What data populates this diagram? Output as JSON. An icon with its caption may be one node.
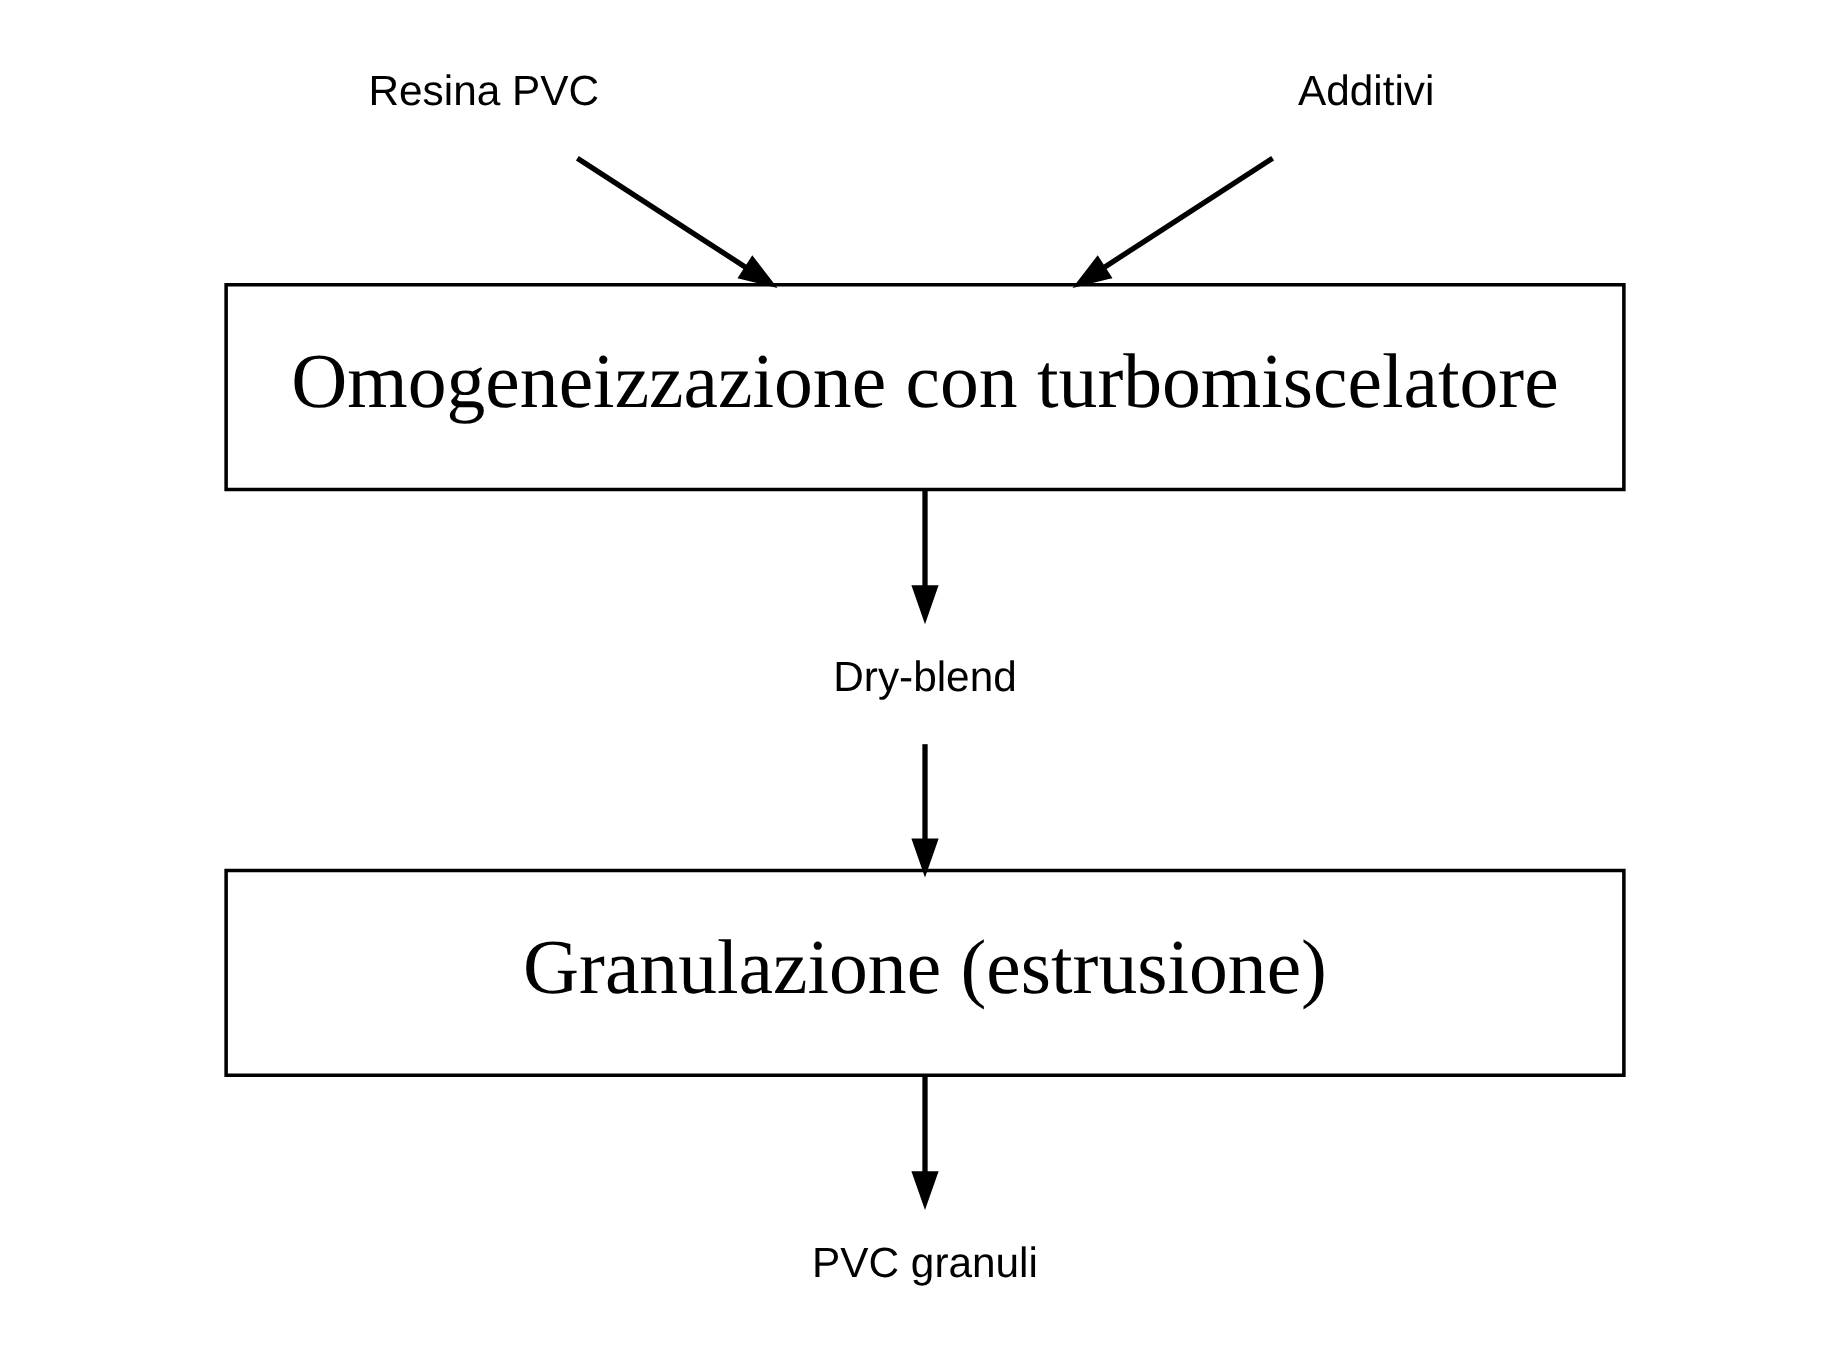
{
  "diagram": {
    "nodes": [
      {
        "text": [
          "Resina PVC"
        ]
      },
      {
        "text": [
          "Additivi"
        ]
      },
      {
        "text": [
          "Omogeneizzazione con turbomiscelatore"
        ]
      },
      {
        "text": [
          "Dry-blend"
        ]
      },
      {
        "text": [
          "Granulazione (estrusione)"
        ]
      },
      {
        "text": [
          "PVC granuli"
        ]
      }
    ],
    "edges": [
      {
        "from": 0,
        "to": 2,
        "arrow": "to"
      },
      {
        "from": 1,
        "to": 2,
        "arrow": "to"
      },
      {
        "from": 2,
        "to": 3,
        "arrow": "to"
      },
      {
        "from": 3,
        "to": 4,
        "arrow": "to"
      },
      {
        "from": 4,
        "to": 5,
        "arrow": "to"
      }
    ]
  }
}
